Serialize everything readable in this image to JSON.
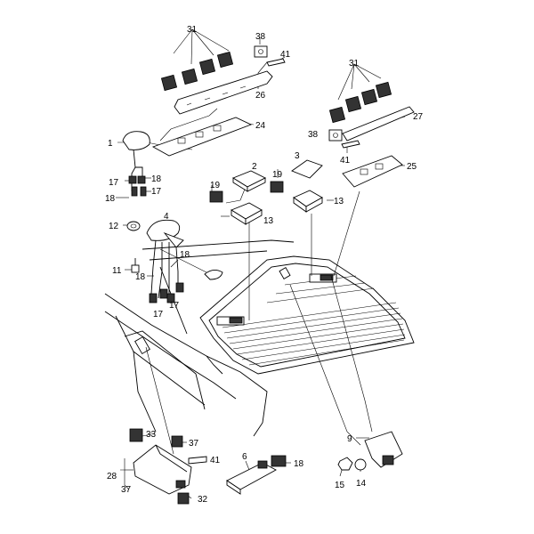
{
  "callouts": {
    "c1": "1",
    "c2": "2",
    "c3": "3",
    "c4": "4",
    "c6": "6",
    "c9": "9",
    "c11": "11",
    "c12": "12",
    "c13a": "13",
    "c13b": "13",
    "c14": "14",
    "c15": "15",
    "c17a": "17",
    "c17b": "17",
    "c17c": "17",
    "c17d": "17",
    "c18a": "18",
    "c18b": "18",
    "c18c": "18",
    "c18d": "18",
    "c18e": "18",
    "c19a": "19",
    "c19b": "19",
    "c24": "24",
    "c25": "25",
    "c26": "26",
    "c27": "27",
    "c28": "28",
    "c31a": "31",
    "c31b": "31",
    "c32": "32",
    "c33": "33",
    "c37a": "37",
    "c37b": "37",
    "c38a": "38",
    "c38b": "38",
    "c41a": "41",
    "c41b": "41",
    "c41c": "41"
  }
}
